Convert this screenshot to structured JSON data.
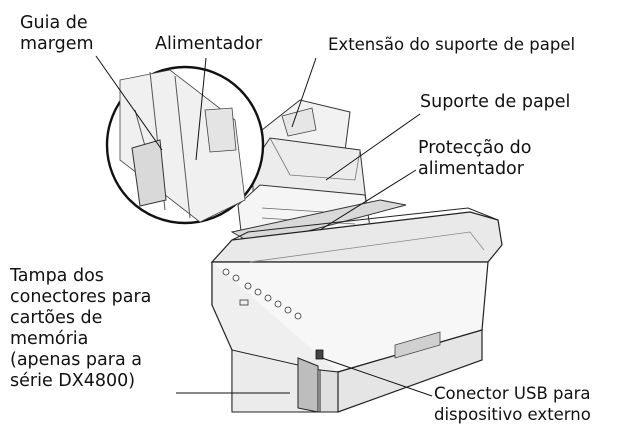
{
  "labels": {
    "guia_de_margem": [
      "Guia de",
      "margem"
    ],
    "alimentador": "Alimentador",
    "extensao": "Extensão do suporte de papel",
    "suporte": "Suporte de papel",
    "proteccao": [
      "Protecção do",
      "alimentador"
    ],
    "tampa": [
      "Tampa dos",
      "conectores para",
      "cartões de",
      "memória",
      "(apenas para a",
      "série DX4800)"
    ],
    "conector_usb": [
      "Conector USB para",
      "dispositivo externo"
    ]
  }
}
